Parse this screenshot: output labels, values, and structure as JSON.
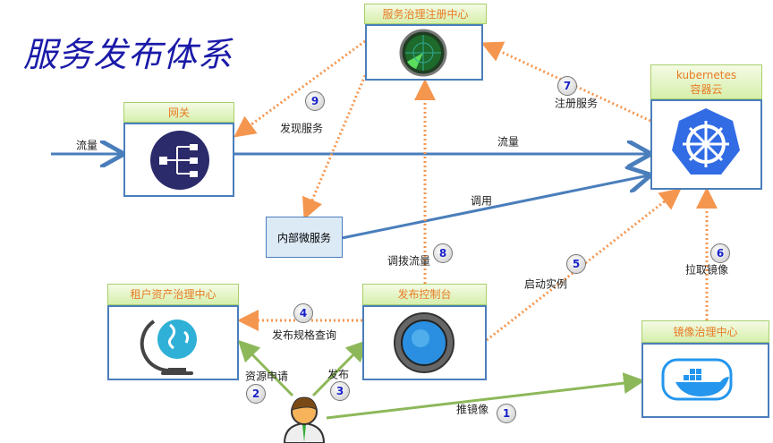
{
  "title": "服务发布体系",
  "nodes": {
    "registry": "服务治理注册中心",
    "gateway": "网关",
    "k8s_line1": "kubernetes",
    "k8s_line2": "容器云",
    "internal": "内部微服务",
    "tenant": "租户资产治理中心",
    "console": "发布控制台",
    "image": "镜像治理中心"
  },
  "edges": {
    "traffic_in": "流量",
    "traffic": "流量",
    "call": "调用",
    "discover": "发现服务",
    "register": "注册服务",
    "dispatch": "调拨流量",
    "query": "发布规格查询",
    "start": "启动实例",
    "pull": "拉取镜像",
    "apply": "资源申请",
    "publish": "发布",
    "push": "推镜像"
  },
  "badges": [
    "1",
    "2",
    "3",
    "4",
    "5",
    "6",
    "7",
    "8",
    "9"
  ],
  "colors": {
    "blue_line": "#4a7ebb",
    "orange": "#f5964f",
    "green": "#8db85a",
    "header_text": "#e87c25"
  }
}
